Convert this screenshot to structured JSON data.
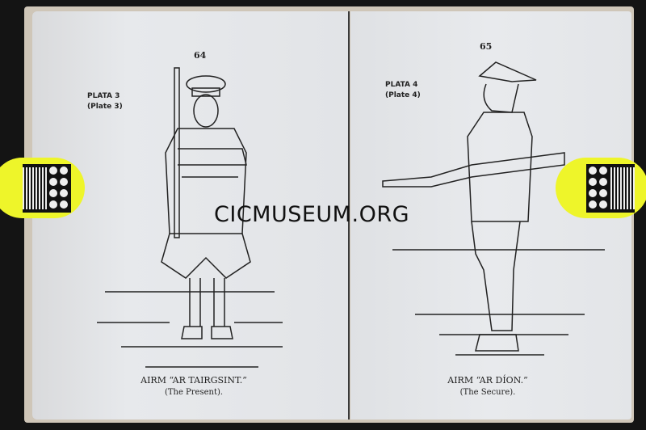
{
  "left_page": {
    "page_number": "64",
    "plate_label": "PLATA 3",
    "plate_label_en": "(Plate 3)",
    "caption": "AIRM “AR TAIRGSINT.”",
    "caption_en": "(The Present)."
  },
  "right_page": {
    "page_number": "65",
    "plate_label": "PLATA 4",
    "plate_label_en": "(Plate 4)",
    "caption": "AIRM “AR DÍON.”",
    "caption_en": "(The Secure)."
  },
  "watermark": "CICMUSEUM.ORG",
  "colors": {
    "clip": "#eef52a",
    "page": "#e4e6ea",
    "background": "#141414"
  }
}
